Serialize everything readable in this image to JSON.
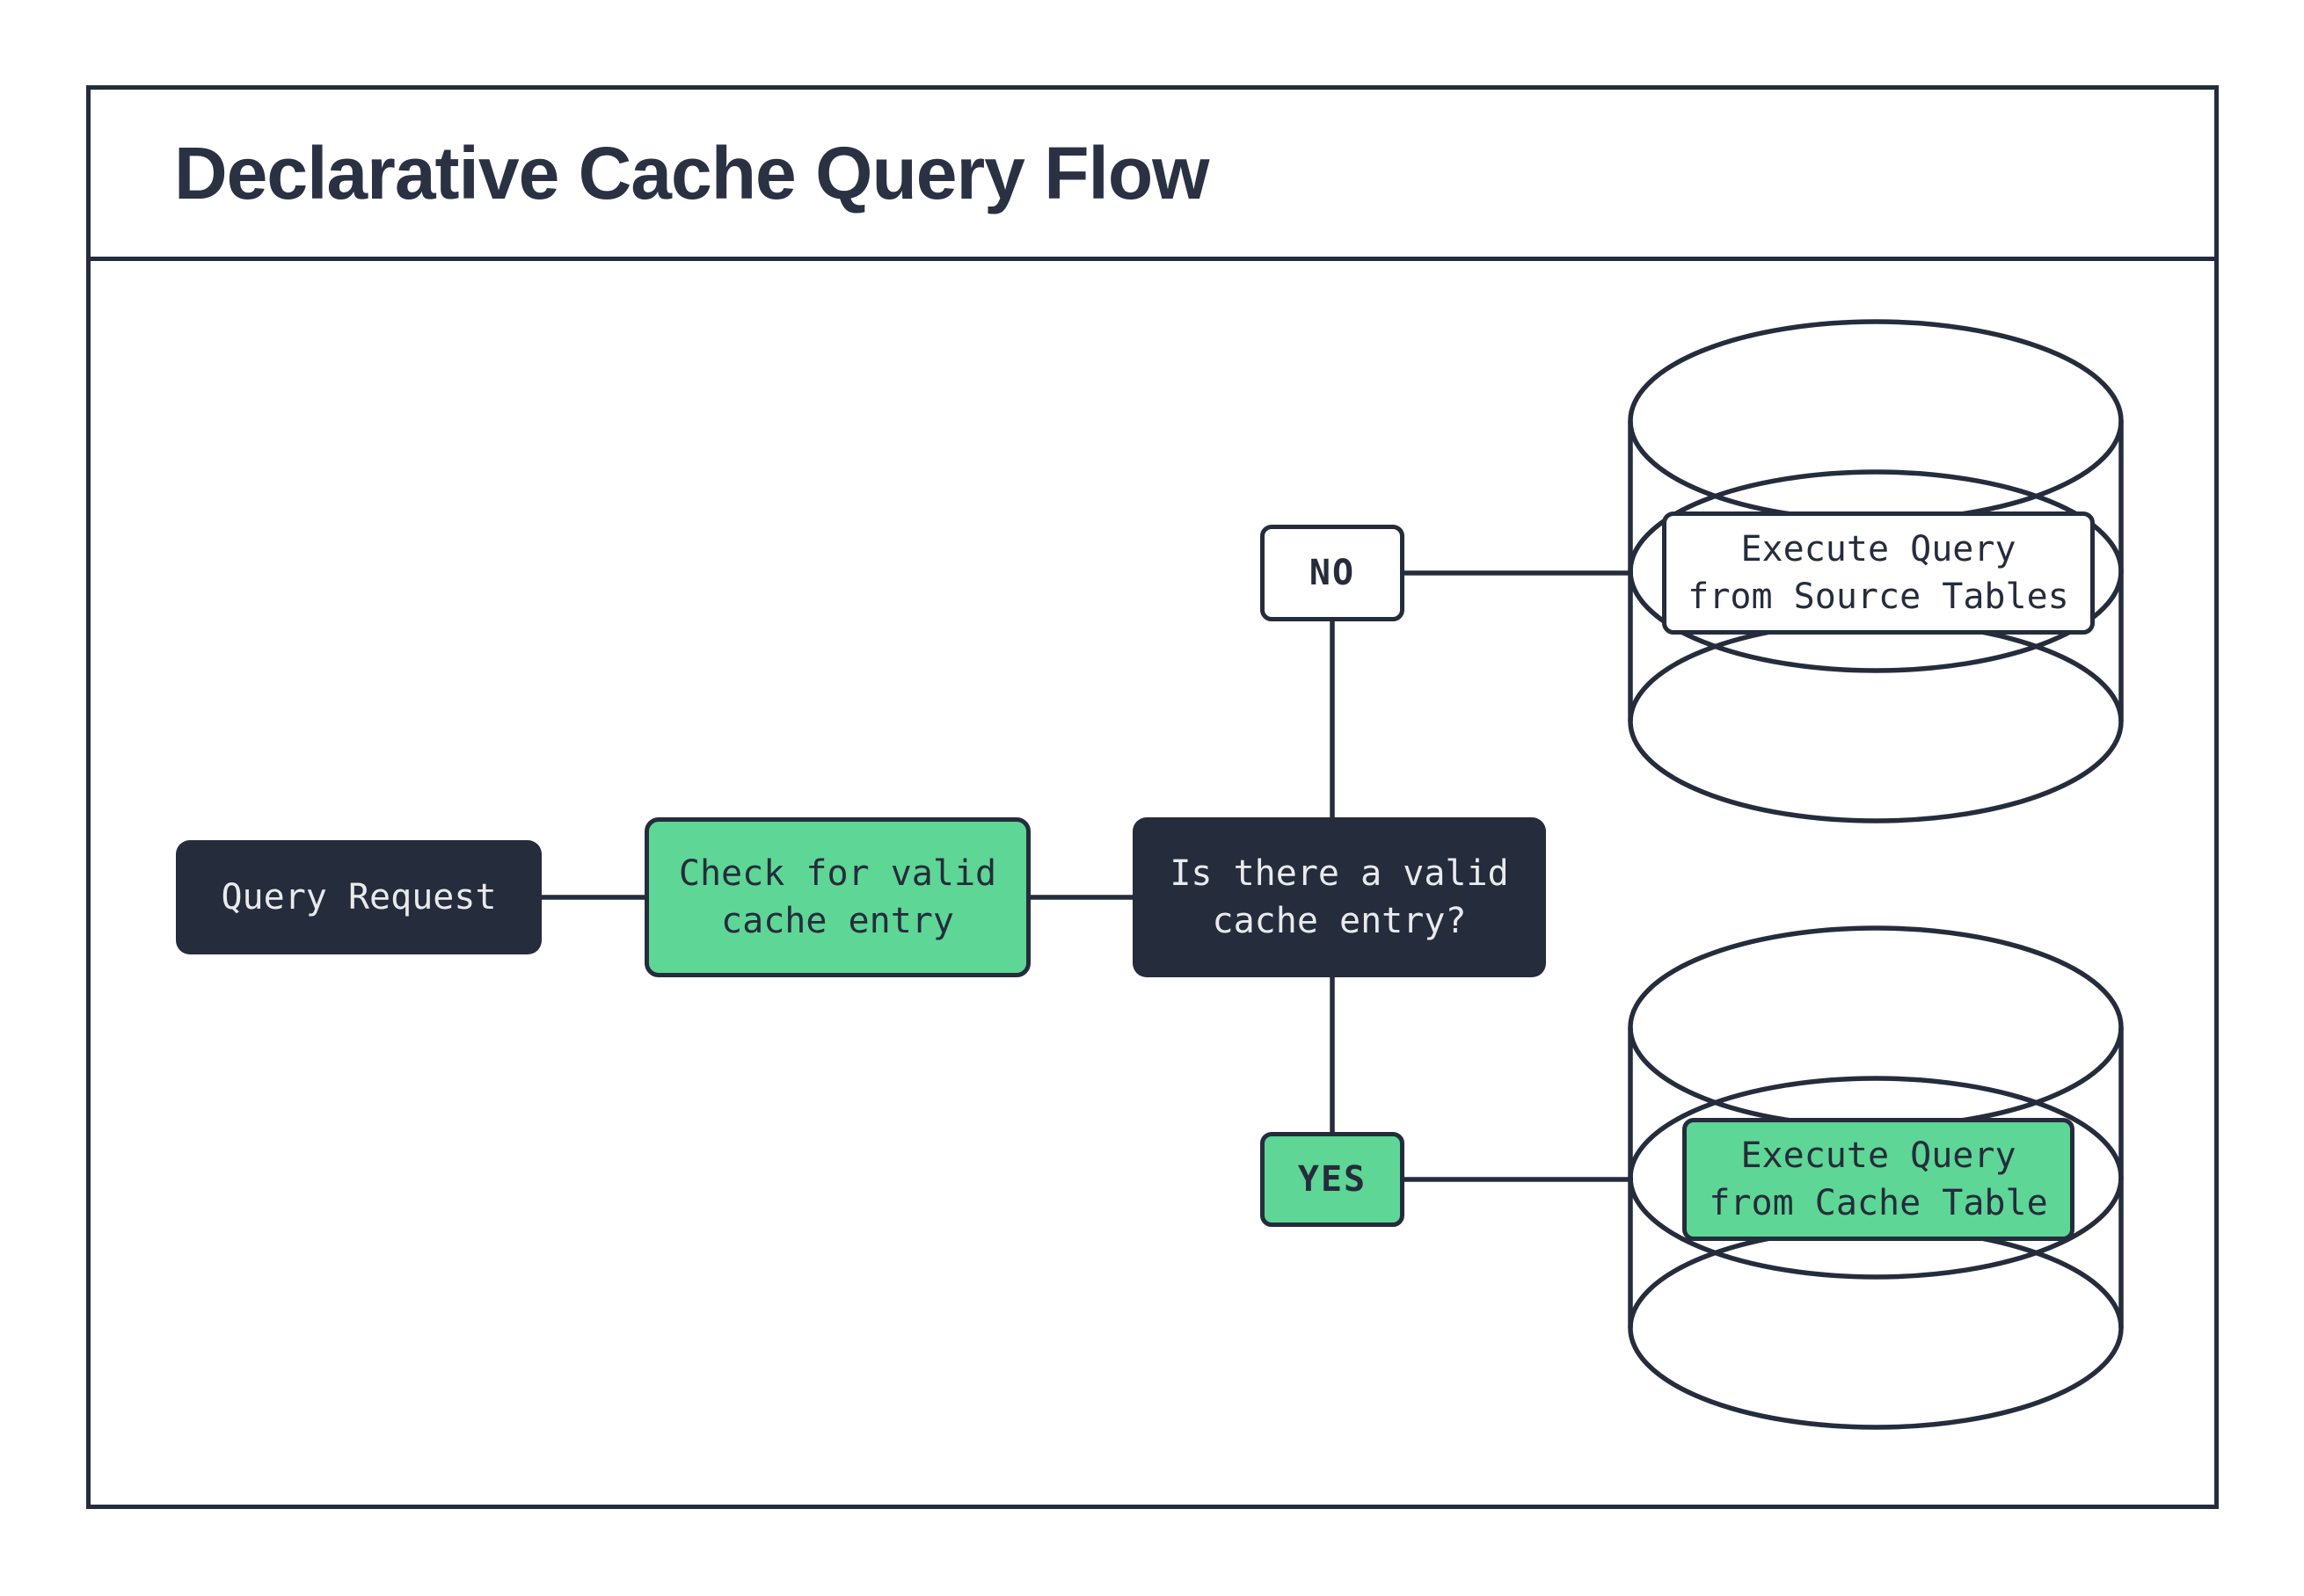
{
  "header": {
    "title": "Declarative Cache Query Flow"
  },
  "flow": {
    "nodes": {
      "query_request": {
        "label": "Query Request"
      },
      "check_cache": {
        "label": "Check for valid\ncache entry"
      },
      "decision": {
        "label": "Is there a valid\ncache entry?"
      },
      "branch_no": {
        "label": "NO"
      },
      "branch_yes": {
        "label": "YES"
      },
      "execute_source": {
        "label": "Execute Query\nfrom Source Tables"
      },
      "execute_cache": {
        "label": "Execute Query\nfrom Cache Table"
      }
    },
    "icons": {
      "source_database": "database-cylinder-icon",
      "cache_database": "database-cylinder-icon"
    }
  },
  "colors": {
    "dark": "#252C3C",
    "green": "#5ED695",
    "white": "#FFFFFF",
    "text_light": "#E9EAED"
  }
}
